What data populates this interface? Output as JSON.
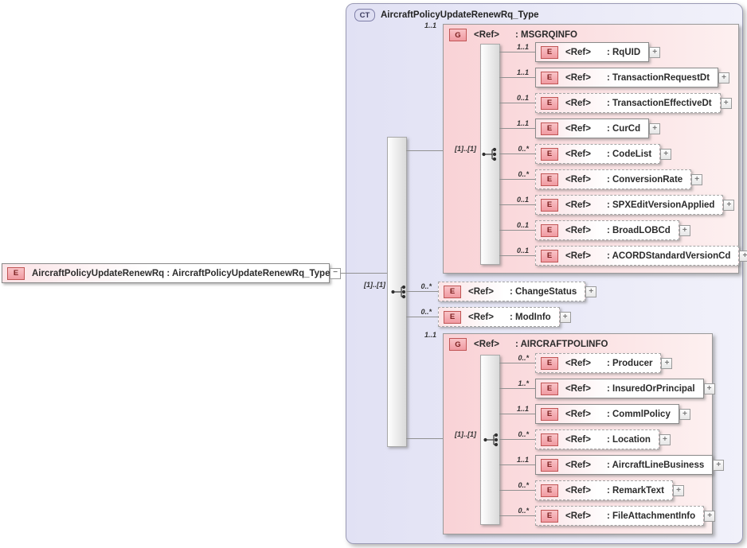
{
  "root_element": {
    "badge": "E",
    "label": "AircraftPolicyUpdateRenewRq : AircraftPolicyUpdateRenewRq_Type"
  },
  "complex_type": {
    "badge": "CT",
    "title": "AircraftPolicyUpdateRenewRq_Type",
    "sequence_label": "[1]..[1]",
    "children": [
      {
        "kind": "group",
        "badge": "G",
        "ref": "<Ref>",
        "name": ": MSGRQINFO",
        "cardinality": "1..1",
        "sequence_label": "[1]..[1]",
        "children": [
          {
            "badge": "E",
            "ref": "<Ref>",
            "name": ": RqUID",
            "cardinality": "1..1",
            "optional": false
          },
          {
            "badge": "E",
            "ref": "<Ref>",
            "name": ": TransactionRequestDt",
            "cardinality": "1..1",
            "optional": false
          },
          {
            "badge": "E",
            "ref": "<Ref>",
            "name": ": TransactionEffectiveDt",
            "cardinality": "0..1",
            "optional": true
          },
          {
            "badge": "E",
            "ref": "<Ref>",
            "name": ": CurCd",
            "cardinality": "1..1",
            "optional": false
          },
          {
            "badge": "E",
            "ref": "<Ref>",
            "name": ": CodeList",
            "cardinality": "0..*",
            "optional": true
          },
          {
            "badge": "E",
            "ref": "<Ref>",
            "name": ": ConversionRate",
            "cardinality": "0..*",
            "optional": true
          },
          {
            "badge": "E",
            "ref": "<Ref>",
            "name": ": SPXEditVersionApplied",
            "cardinality": "0..1",
            "optional": true
          },
          {
            "badge": "E",
            "ref": "<Ref>",
            "name": ": BroadLOBCd",
            "cardinality": "0..1",
            "optional": true
          },
          {
            "badge": "E",
            "ref": "<Ref>",
            "name": ": ACORDStandardVersionCd",
            "cardinality": "0..1",
            "optional": true
          }
        ]
      },
      {
        "kind": "element",
        "badge": "E",
        "ref": "<Ref>",
        "name": ": ChangeStatus",
        "cardinality": "0..*",
        "optional": true
      },
      {
        "kind": "element",
        "badge": "E",
        "ref": "<Ref>",
        "name": ": ModInfo",
        "cardinality": "0..*",
        "optional": true
      },
      {
        "kind": "group",
        "badge": "G",
        "ref": "<Ref>",
        "name": ": AIRCRAFTPOLINFO",
        "cardinality": "1..1",
        "sequence_label": "[1]..[1]",
        "children": [
          {
            "badge": "E",
            "ref": "<Ref>",
            "name": ": Producer",
            "cardinality": "0..*",
            "optional": true
          },
          {
            "badge": "E",
            "ref": "<Ref>",
            "name": ": InsuredOrPrincipal",
            "cardinality": "1..*",
            "optional": false
          },
          {
            "badge": "E",
            "ref": "<Ref>",
            "name": ": CommlPolicy",
            "cardinality": "1..1",
            "optional": false
          },
          {
            "badge": "E",
            "ref": "<Ref>",
            "name": ": Location",
            "cardinality": "0..*",
            "optional": true
          },
          {
            "badge": "E",
            "ref": "<Ref>",
            "name": ": AircraftLineBusiness",
            "cardinality": "1..1",
            "optional": false
          },
          {
            "badge": "E",
            "ref": "<Ref>",
            "name": ": RemarkText",
            "cardinality": "0..*",
            "optional": true
          },
          {
            "badge": "E",
            "ref": "<Ref>",
            "name": ": FileAttachmentInfo",
            "cardinality": "0..*",
            "optional": true
          }
        ]
      }
    ]
  },
  "icons": {
    "expand_glyph": "+",
    "collapse_glyph": "−",
    "compositor": "sequence-icon"
  },
  "colors": {
    "container_fill": "#e1e1f4",
    "group_fill": "#f9d2d6",
    "element_fill": "#fbe3e6",
    "badge_border": "#c05555",
    "badge_text": "#7b1f1f",
    "ct_badge_fill": "#dedef2",
    "line": "#919191"
  }
}
